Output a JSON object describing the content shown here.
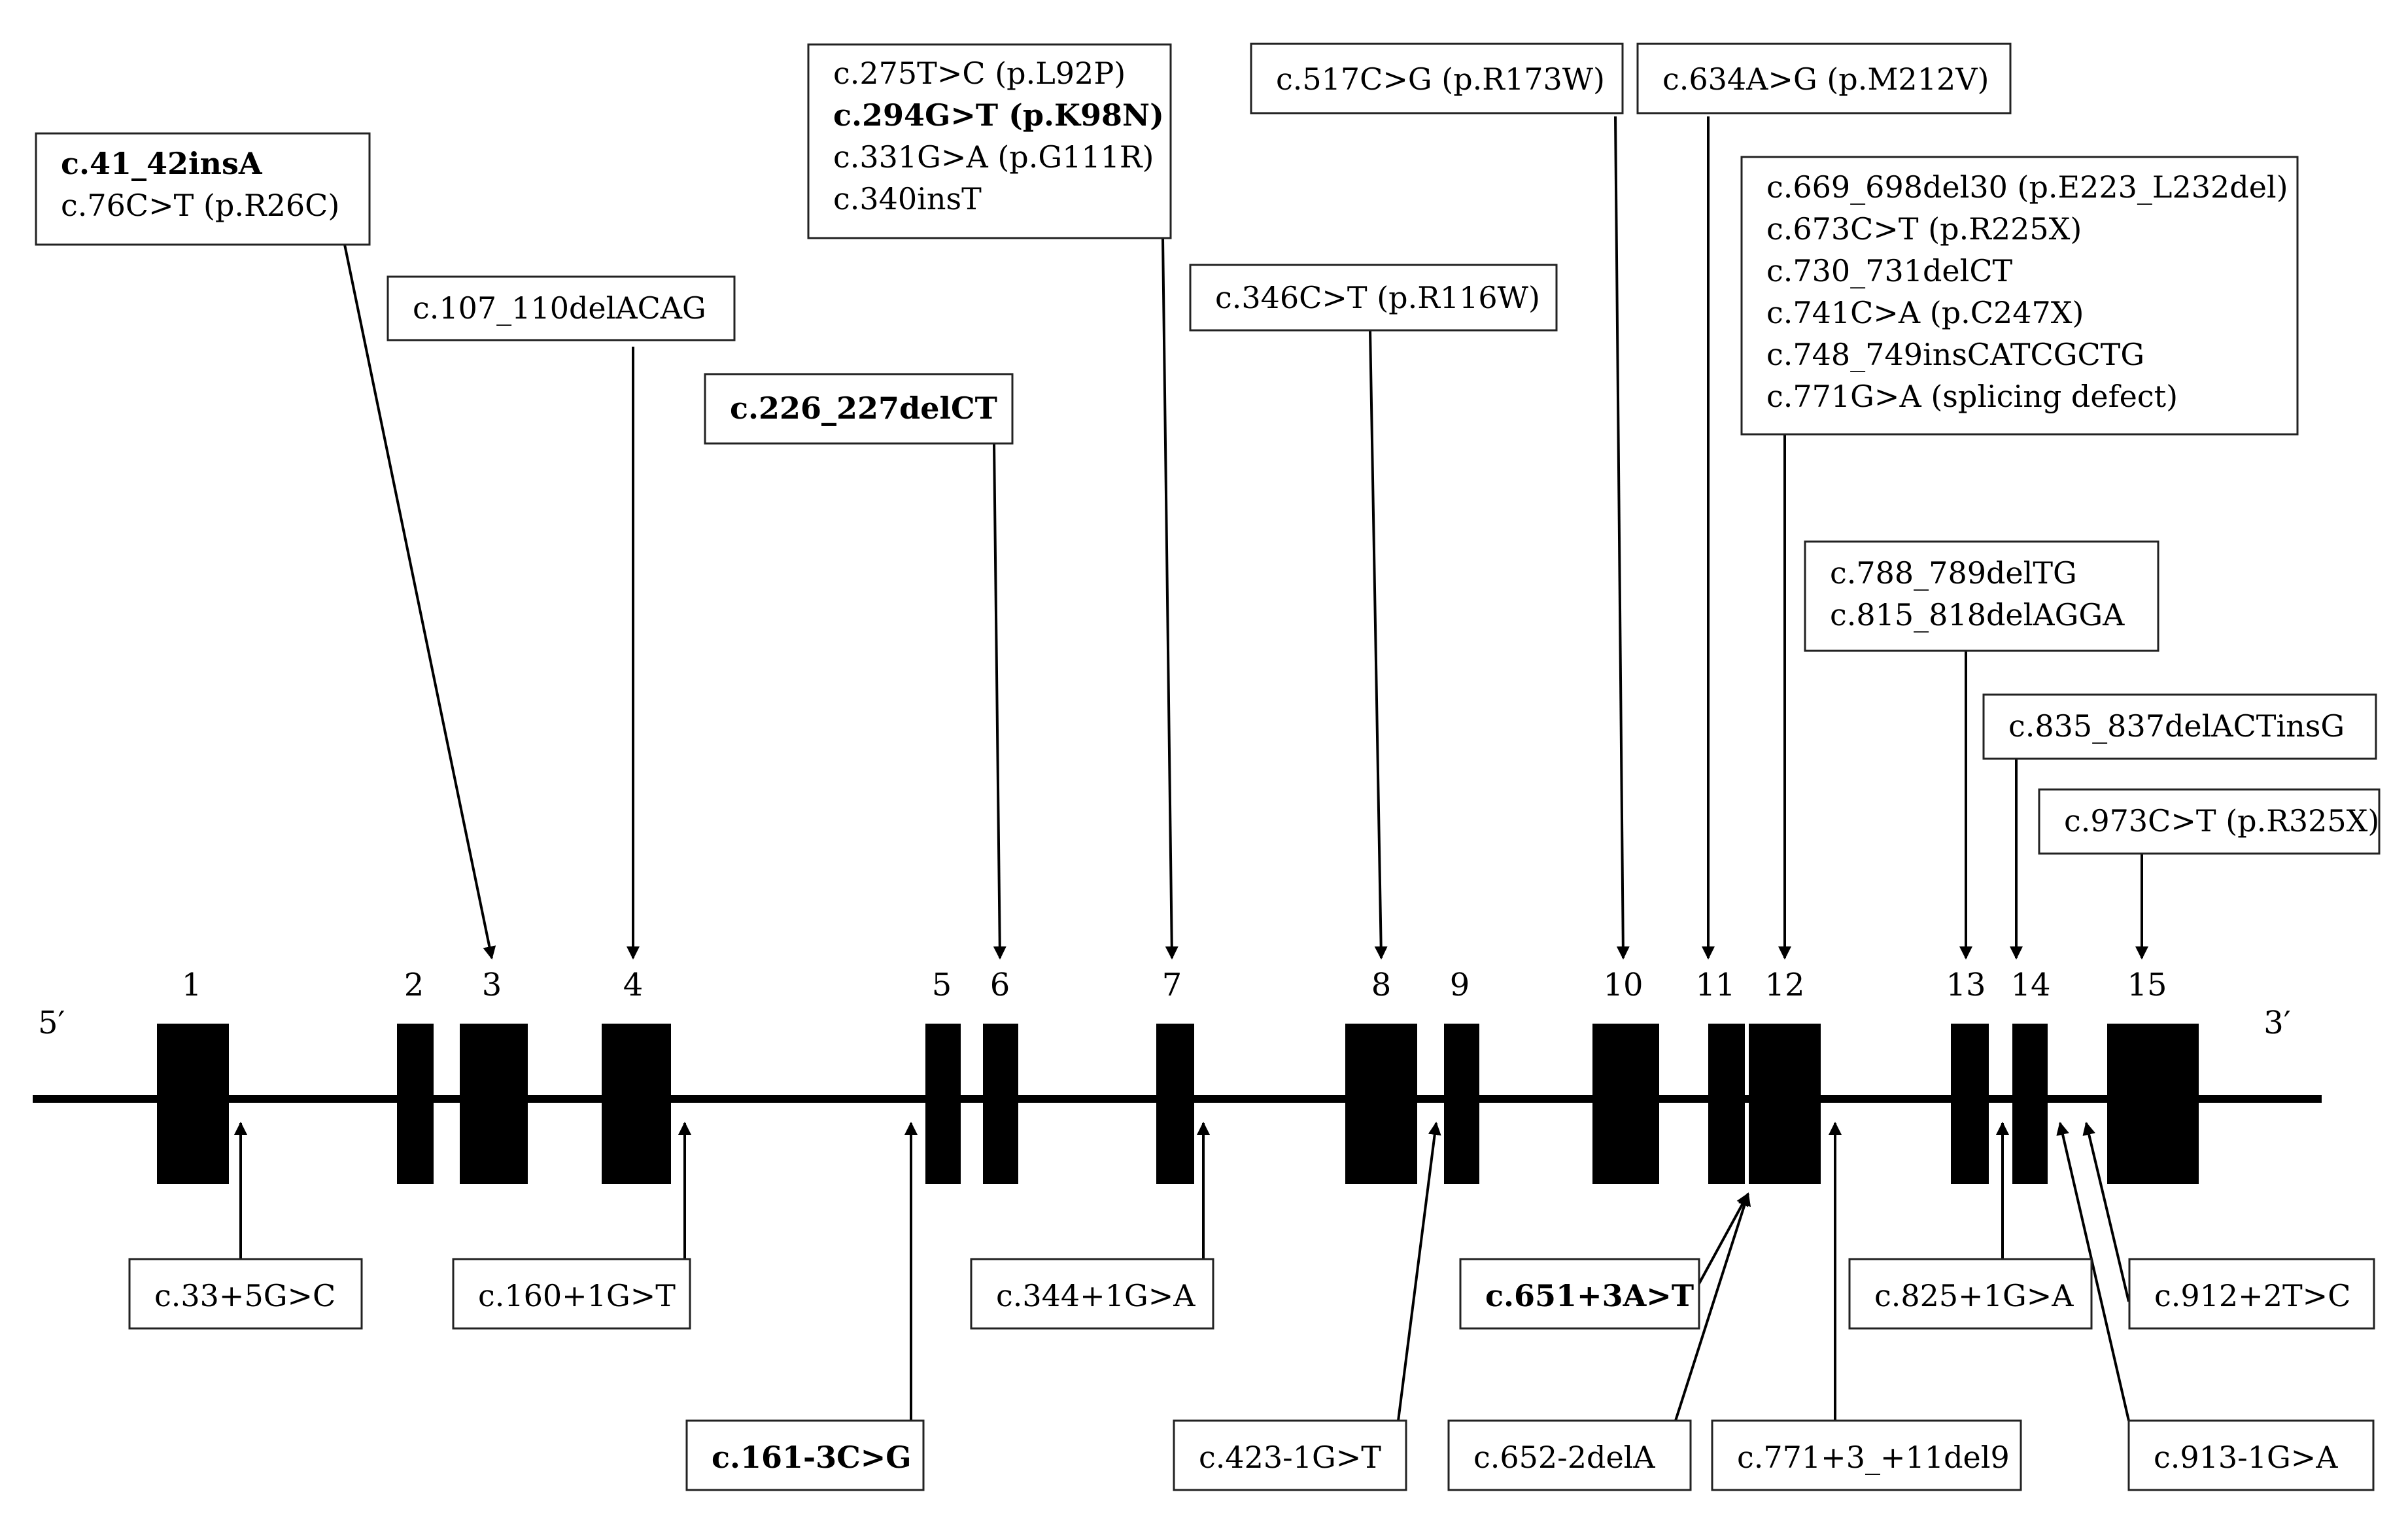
{
  "ends": {
    "five_prime": "5′",
    "three_prime": "3′"
  },
  "exons": [
    {
      "num": "1"
    },
    {
      "num": "2"
    },
    {
      "num": "3"
    },
    {
      "num": "4"
    },
    {
      "num": "5"
    },
    {
      "num": "6"
    },
    {
      "num": "7"
    },
    {
      "num": "8"
    },
    {
      "num": "9"
    },
    {
      "num": "10"
    },
    {
      "num": "11"
    },
    {
      "num": "12"
    },
    {
      "num": "13"
    },
    {
      "num": "14"
    },
    {
      "num": "15"
    }
  ],
  "exonic_mutations": [
    {
      "exon": "3",
      "lines": [
        {
          "text": "c.41_42insA",
          "bold": true
        },
        {
          "text": "c.76C>T (p.R26C)",
          "bold": false
        }
      ]
    },
    {
      "exon": "4",
      "lines": [
        {
          "text": "c.107_110delACAG",
          "bold": false
        }
      ]
    },
    {
      "exon": "6",
      "lines": [
        {
          "text": "c.226_227delCT",
          "bold": true
        }
      ]
    },
    {
      "exon": "7",
      "lines": [
        {
          "text": "c.275T>C (p.L92P)",
          "bold": false
        },
        {
          "text": "c.294G>T (p.K98N)",
          "bold": true
        },
        {
          "text": "c.331G>A (p.G111R)",
          "bold": false
        },
        {
          "text": "c.340insT",
          "bold": false
        }
      ]
    },
    {
      "exon": "8",
      "lines": [
        {
          "text": "c.346C>T (p.R116W)",
          "bold": false
        }
      ]
    },
    {
      "exon": "10",
      "lines": [
        {
          "text": "c.517C>G (p.R173W)",
          "bold": false
        }
      ]
    },
    {
      "exon": "11",
      "lines": [
        {
          "text": "c.634A>G (p.M212V)",
          "bold": false
        }
      ]
    },
    {
      "exon": "12",
      "lines": [
        {
          "text": "c.669_698del30 (p.E223_L232del)",
          "bold": false
        },
        {
          "text": "c.673C>T (p.R225X)",
          "bold": false
        },
        {
          "text": "c.730_731delCT",
          "bold": false
        },
        {
          "text": "c.741C>A (p.C247X)",
          "bold": false
        },
        {
          "text": "c.748_749insCATCGCTG",
          "bold": false
        },
        {
          "text": "c.771G>A (splicing defect)",
          "bold": false
        }
      ]
    },
    {
      "exon": "13",
      "lines": [
        {
          "text": "c.788_789delTG",
          "bold": false
        },
        {
          "text": "c.815_818delAGGA",
          "bold": false
        }
      ]
    },
    {
      "exon": "14",
      "lines": [
        {
          "text": "c.835_837delACTinsG",
          "bold": false
        }
      ]
    },
    {
      "exon": "15",
      "lines": [
        {
          "text": "c.973C>T (p.R325X)",
          "bold": false
        }
      ]
    }
  ],
  "intronic_mutations": [
    {
      "text": "c.33+5G>C",
      "bold": false
    },
    {
      "text": "c.160+1G>T",
      "bold": false
    },
    {
      "text": "c.161-3C>G",
      "bold": true
    },
    {
      "text": "c.344+1G>A",
      "bold": false
    },
    {
      "text": "c.423-1G>T",
      "bold": false
    },
    {
      "text": "c.651+3A>T",
      "bold": true
    },
    {
      "text": "c.652-2delA",
      "bold": false
    },
    {
      "text": "c.771+3_+11del9",
      "bold": false
    },
    {
      "text": "c.825+1G>A",
      "bold": false
    },
    {
      "text": "c.912+2T>C",
      "bold": false
    },
    {
      "text": "c.913-1G>A",
      "bold": false
    }
  ],
  "colors": {
    "ink": "#000000",
    "paper": "#ffffff",
    "line": "#333333"
  }
}
